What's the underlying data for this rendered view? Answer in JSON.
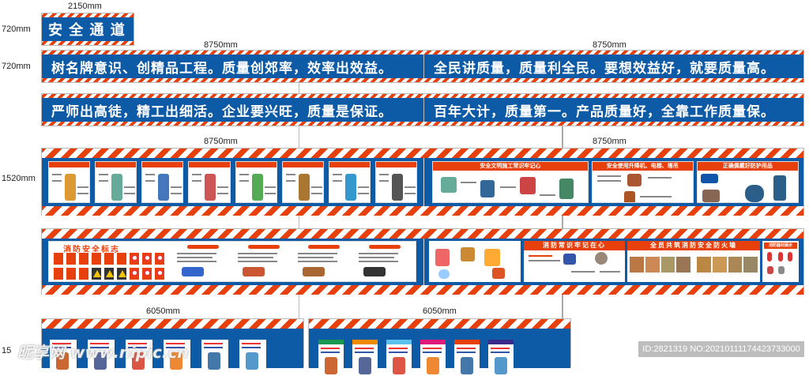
{
  "colors": {
    "stripe": "#e8400c",
    "banner_blue": "#0d5aa7",
    "text": "#ffffff"
  },
  "small_sign": {
    "width_label": "2150mm",
    "height_label": "720mm",
    "text": "安 全 通 道"
  },
  "slogan_rows": {
    "width_label_left": "8750mm",
    "width_label_right": "8750mm",
    "height_label": "720mm",
    "row1": {
      "left": "树名牌意识、创精品工程。质量创郊率，效率出效益。",
      "right": "全民讲质量，质量利全民。要想效益好，就要质量高。"
    },
    "row2": {
      "left": "严师出高徒，精工出细活。企业要兴旺，质量是保证。",
      "right": "百年大计，质量第一。产品质量好，全靠工作质量保。"
    }
  },
  "board_rows": {
    "width_label_left": "8750mm",
    "width_label_right": "8750mm",
    "height_label": "1520mm",
    "row3_right_headings": [
      "安全文明施工常识牢记心",
      "安全使用升降机、电梯、塔吊",
      "正确佩戴好防护用品"
    ],
    "row4_headings": {
      "fire_signs": "消防安全标志",
      "fire_knowledge": "消防常识牢记在心",
      "firewall": "全员共筑消防安全防火墙",
      "equipment": "消防器材展示"
    }
  },
  "bottom_rows": {
    "width_label_left": "6050mm",
    "width_label_right": "6050mm",
    "height_label": "15"
  },
  "watermark": {
    "logo": "昵享网 www.nipic.cn",
    "id": "ID:2821319 NO:20210111174423733000"
  }
}
